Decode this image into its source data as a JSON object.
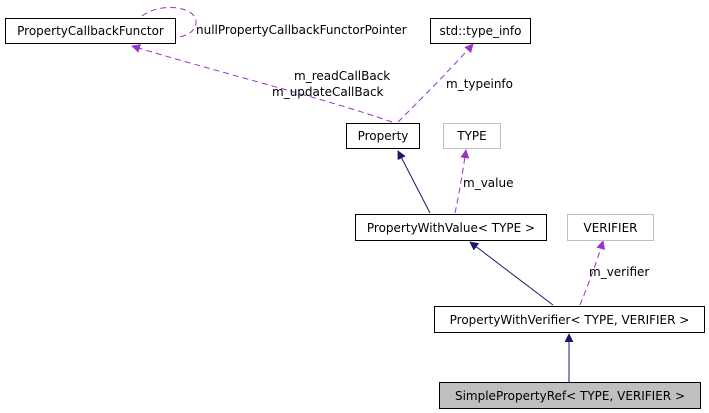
{
  "nodes": {
    "property_callback_functor": "PropertyCallbackFunctor",
    "std_type_info": "std::type_info",
    "property": "Property",
    "type": "TYPE",
    "property_with_value": "PropertyWithValue< TYPE >",
    "verifier": "VERIFIER",
    "property_with_verifier": "PropertyWithVerifier< TYPE, VERIFIER >",
    "simple_property_ref": "SimplePropertyRef< TYPE, VERIFIER >"
  },
  "edge_labels": {
    "null_pointer": "nullPropertyCallbackFunctorPointer",
    "read_callback": "m_readCallBack",
    "update_callback": "m_updateCallBack",
    "typeinfo": "m_typeinfo",
    "value": "m_value",
    "verifier": "m_verifier"
  },
  "colors": {
    "inheritance_edge": "#191970",
    "usage_edge": "#9a32cd",
    "node_border": "#000000",
    "template_param_border": "#bfbfbf",
    "current_node_fill": "#bfbfbf"
  }
}
